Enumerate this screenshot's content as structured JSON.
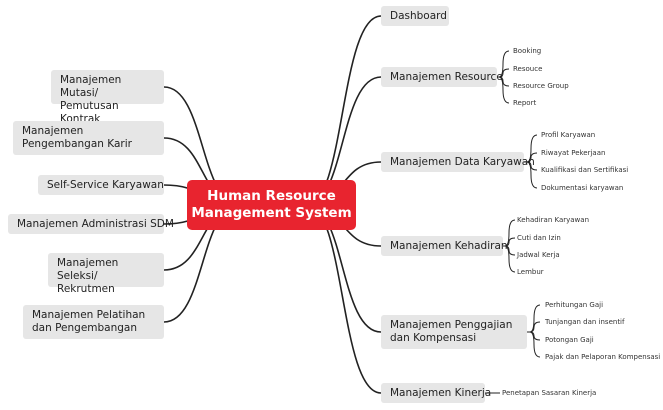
{
  "center": {
    "title_line1": "Human Resource",
    "title_line2": "Management System"
  },
  "right": [
    {
      "label": "Dashboard",
      "children": []
    },
    {
      "label": "Manajemen Resource",
      "children": [
        "Booking",
        "Resouce",
        "Resource Group",
        "Report"
      ]
    },
    {
      "label": "Manajemen Data Karyawan",
      "children": [
        "Profil Karyawan",
        "Riwayat Pekerjaan",
        "Kualifikasi dan Sertifikasi",
        "Dokumentasi karyawan"
      ]
    },
    {
      "label": "Manajemen Kehadiran",
      "children": [
        "Kehadiran Karyawan",
        "Cuti dan Izin",
        "Jadwal Kerja",
        "Lembur"
      ]
    },
    {
      "label": "Manajemen Penggajian dan Kompensasi",
      "children": [
        "Perhitungan Gaji",
        "Tunjangan dan insentif",
        "Potongan Gaji",
        "Pajak dan Pelaporan Kompensasi"
      ]
    },
    {
      "label": "Manajemen Kinerja",
      "children": [
        "Penetapan Sasaran Kinerja"
      ]
    }
  ],
  "left": [
    {
      "label": "Manajemen Mutasi/ Pemutusan Kontrak"
    },
    {
      "label": "Manajemen Pengembangan Karir"
    },
    {
      "label": "Self-Service Karyawan"
    },
    {
      "label": "Manajemen Administrasi SDM"
    },
    {
      "label": "Manajemen Seleksi/ Rekrutmen"
    },
    {
      "label": "Manajemen Pelatihan dan Pengembangan"
    }
  ]
}
